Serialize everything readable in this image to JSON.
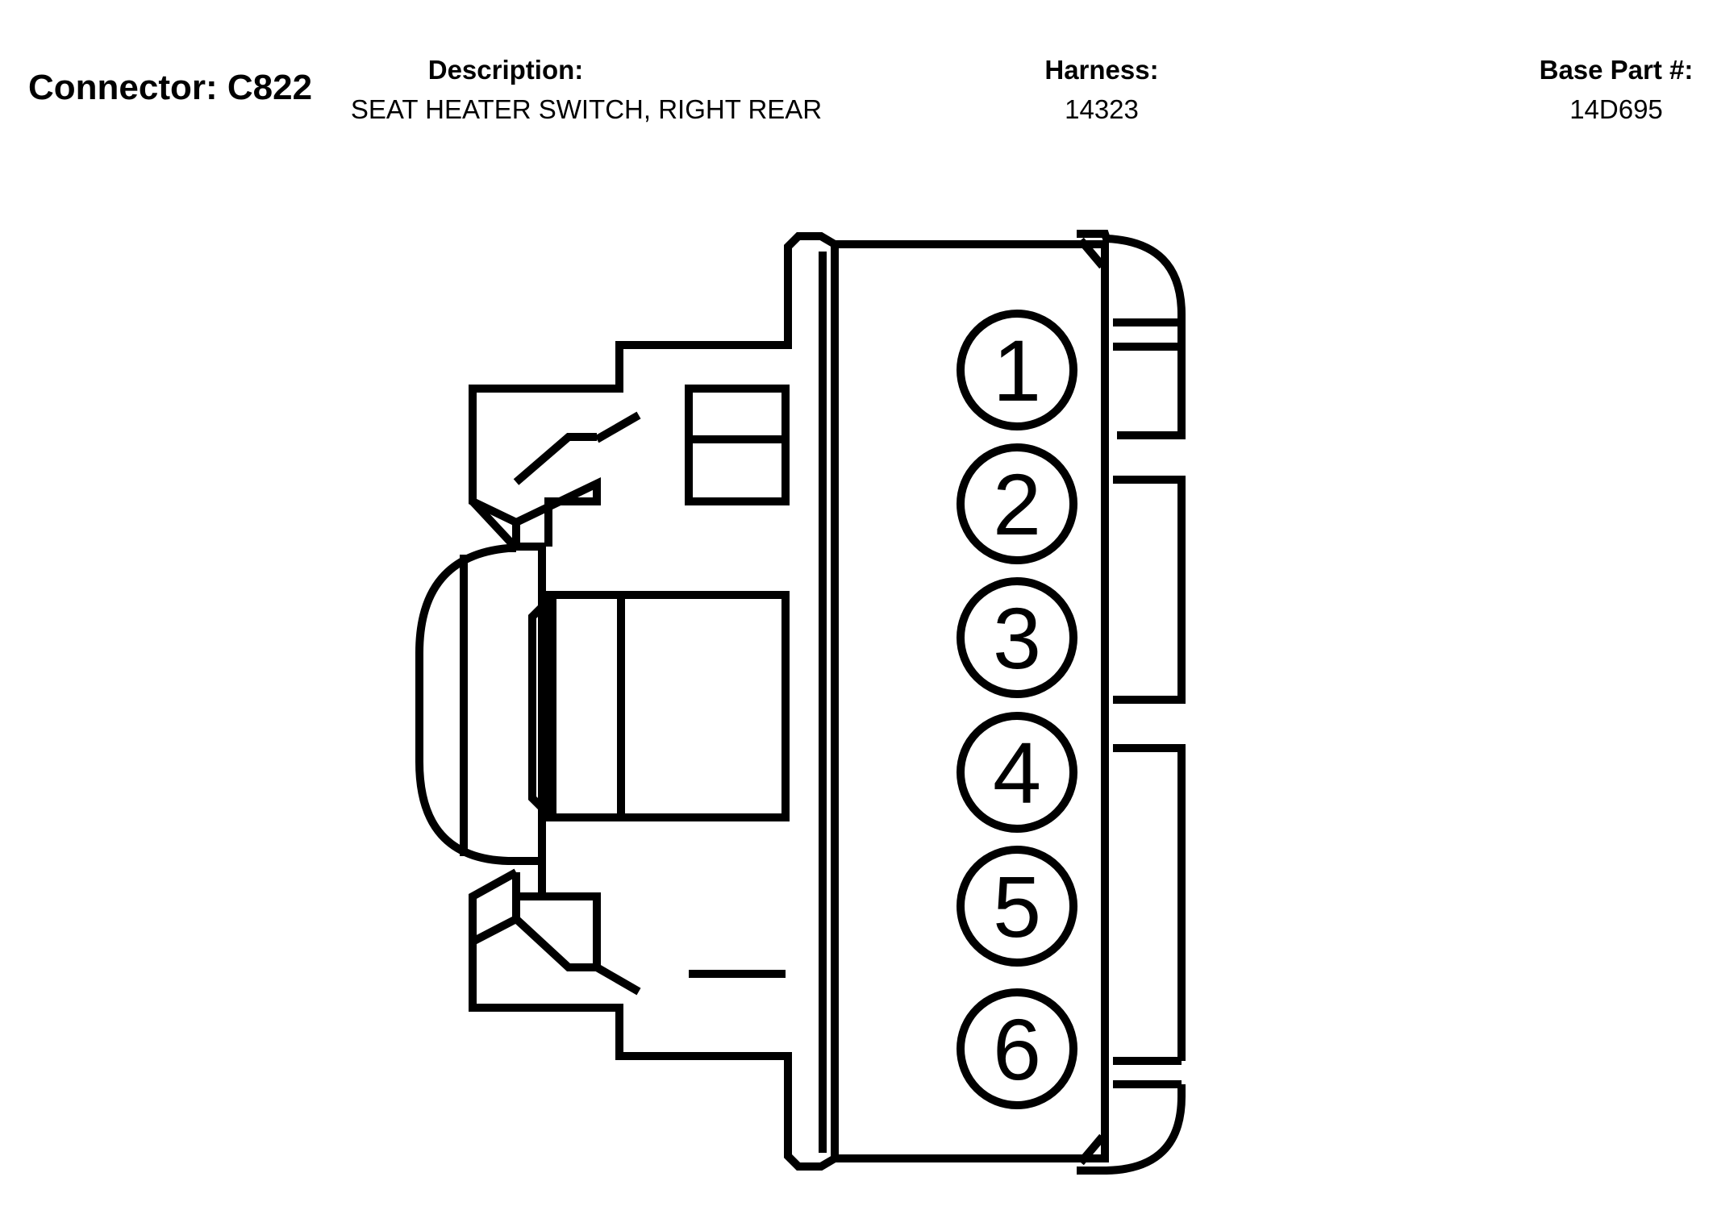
{
  "header": {
    "connector": "Connector: C822",
    "description_label": "Description:",
    "description": "SEAT HEATER SWITCH, RIGHT REAR",
    "harness_label": "Harness:",
    "harness": "14323",
    "base_part_label": "Base Part #:",
    "base_part": "14D695"
  },
  "pins": [
    {
      "label": "1"
    },
    {
      "label": "2"
    },
    {
      "label": "3"
    },
    {
      "label": "4"
    },
    {
      "label": "5"
    },
    {
      "label": "6"
    }
  ]
}
